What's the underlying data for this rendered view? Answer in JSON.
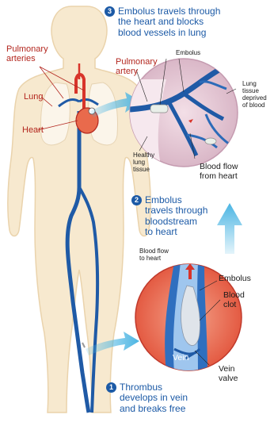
{
  "steps": {
    "step3": {
      "number": "3",
      "lines": [
        "Embolus travels through",
        "the heart and blocks",
        "blood vessels in lung"
      ]
    },
    "step2": {
      "number": "2",
      "lines": [
        "Embolus",
        "travels through",
        "bloodstream",
        "to heart"
      ]
    },
    "step1": {
      "number": "1",
      "lines": [
        "Thrombus",
        "develops in vein",
        "and breaks free"
      ]
    }
  },
  "body_labels": {
    "pulmonary_arteries": [
      "Pulmonary",
      "arteries"
    ],
    "lung": "Lung",
    "heart": "Heart"
  },
  "lung_inset": {
    "pulmonary_artery": [
      "Pulmonary",
      "artery"
    ],
    "embolus": "Embolus",
    "lung_tissue_deprived": [
      "Lung",
      "tissue",
      "deprived",
      "of blood"
    ],
    "healthy_lung_tissue": [
      "Healthy",
      "lung",
      "tissue"
    ],
    "blood_flow_from_heart": [
      "Blood flow",
      "from heart"
    ]
  },
  "vein_inset": {
    "blood_flow_to_heart": [
      "Blood flow",
      "to heart"
    ],
    "embolus": "Embolus",
    "blood_clot": [
      "Blood",
      "clot"
    ],
    "vein": "Vein",
    "vein_valve": [
      "Vein",
      "valve"
    ]
  },
  "colors": {
    "skin": "#f7e9cf",
    "skin_outline": "#ead3ac",
    "vein_blue": "#1f5aa6",
    "artery_red": "#d8342a",
    "arrow_cyan": "#4bb5e3",
    "step_blue": "#1c5aa6",
    "label_red": "#b3261e"
  }
}
